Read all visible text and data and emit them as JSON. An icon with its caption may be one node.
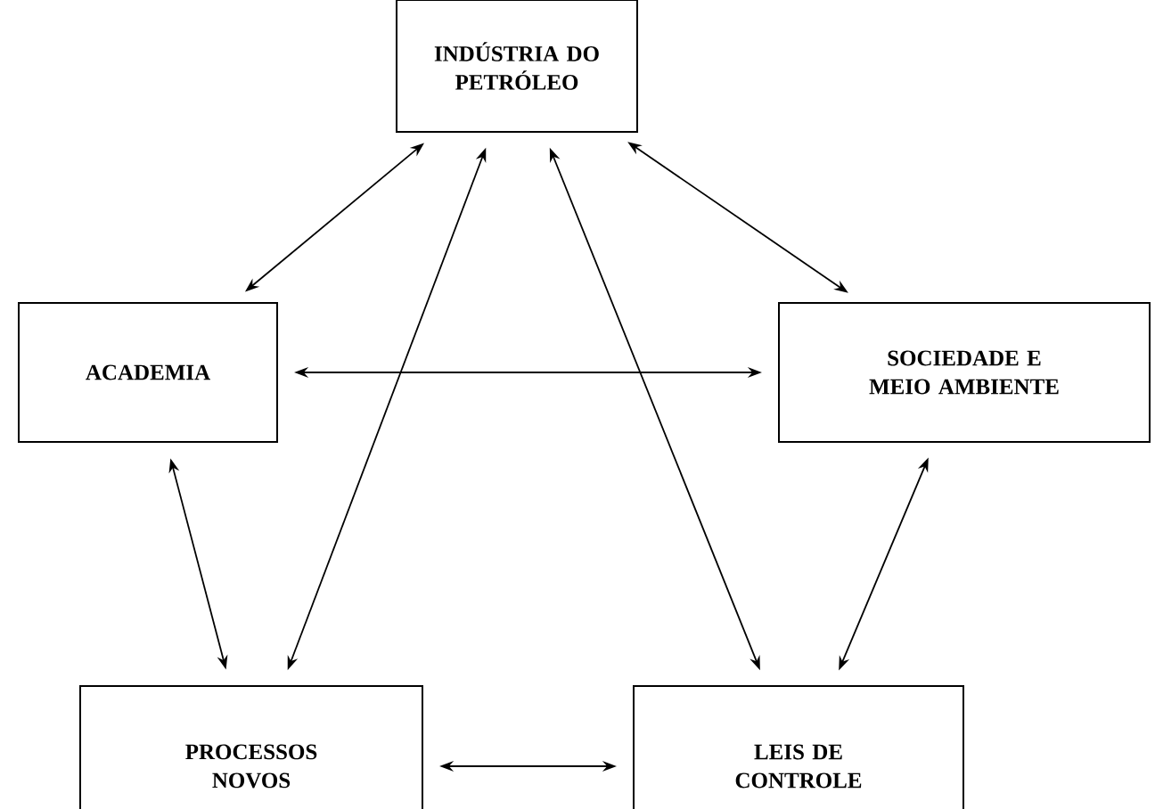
{
  "diagram": {
    "nodes": [
      {
        "text": [
          "INDÚSTRIA DO PETRÓLEO"
        ]
      },
      {
        "text": [
          "ACADEMIA"
        ]
      },
      {
        "text": [
          "SOCIEDADE E MEIO AMBIENTE"
        ]
      },
      {
        "text": [
          "PROCESSOS NOVOS"
        ]
      },
      {
        "text": [
          "LEIS DE CONTROLE"
        ]
      }
    ],
    "edges": [
      {
        "from": 0,
        "to": 1,
        "arrow": "both"
      },
      {
        "from": 0,
        "to": 2,
        "arrow": "both"
      },
      {
        "from": 1,
        "to": 2,
        "arrow": "both"
      },
      {
        "from": 0,
        "to": 3,
        "arrow": "both"
      },
      {
        "from": 0,
        "to": 4,
        "arrow": "both"
      },
      {
        "from": 1,
        "to": 3,
        "arrow": "both"
      },
      {
        "from": 2,
        "to": 4,
        "arrow": "both"
      },
      {
        "from": 3,
        "to": 4,
        "arrow": "both"
      }
    ]
  }
}
